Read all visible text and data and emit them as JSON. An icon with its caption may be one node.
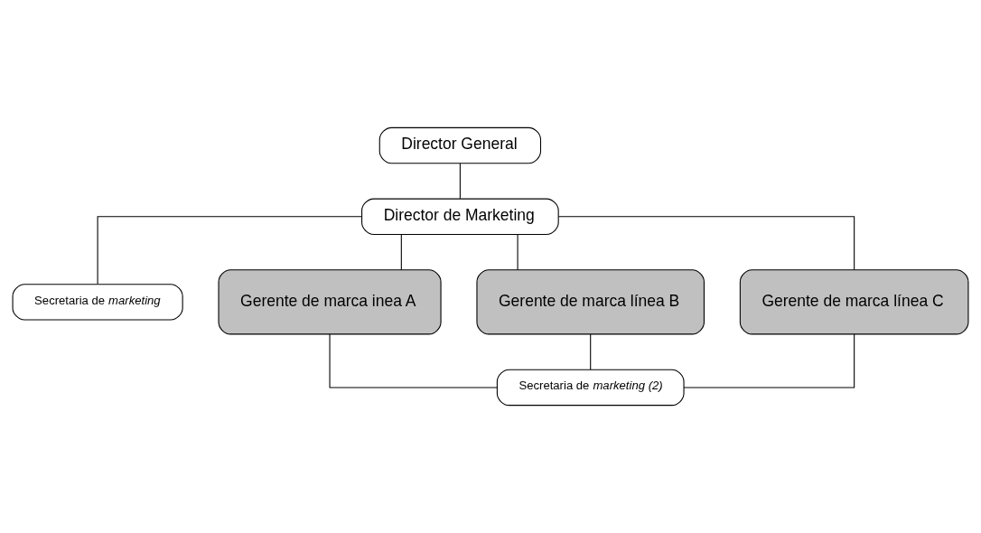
{
  "diagram": {
    "nodes": [
      {
        "text": [
          "Director General"
        ]
      },
      {
        "text": [
          "Director de Marketing"
        ]
      },
      {
        "text": [
          "Secretaria de *marketing*"
        ]
      },
      {
        "text": [
          "Gerente de marca inea A"
        ]
      },
      {
        "text": [
          "Gerente de marca línea B"
        ]
      },
      {
        "text": [
          "Gerente de marca línea C"
        ]
      },
      {
        "text": [
          "Secretaria de *marketing (2)*"
        ]
      }
    ],
    "edges": [
      {
        "from": 0,
        "to": 1,
        "arrow": "none"
      },
      {
        "from": 1,
        "to": 2,
        "arrow": "none"
      },
      {
        "from": 1,
        "to": 3,
        "arrow": "none"
      },
      {
        "from": 1,
        "to": 4,
        "arrow": "none"
      },
      {
        "from": 1,
        "to": 5,
        "arrow": "none"
      },
      {
        "from": 3,
        "to": 6,
        "arrow": "none"
      },
      {
        "from": 4,
        "to": 6,
        "arrow": "none"
      },
      {
        "from": 5,
        "to": 6,
        "arrow": "none"
      }
    ]
  }
}
